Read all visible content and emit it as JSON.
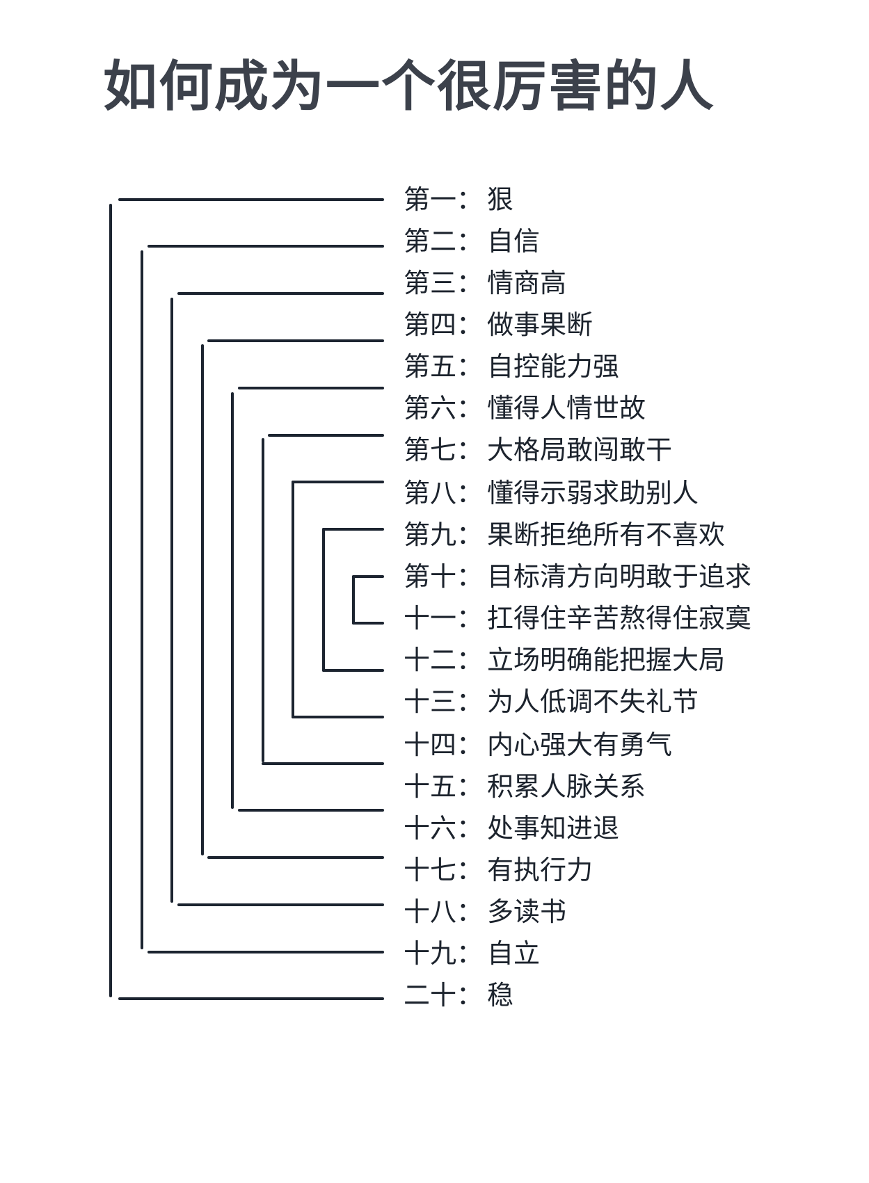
{
  "title": "如何成为一个很厉害的人",
  "items": [
    {
      "num": "第一：",
      "text": "狠"
    },
    {
      "num": "第二：",
      "text": "自信"
    },
    {
      "num": "第三：",
      "text": "情商高"
    },
    {
      "num": "第四：",
      "text": "做事果断"
    },
    {
      "num": "第五：",
      "text": "自控能力强"
    },
    {
      "num": "第六：",
      "text": "懂得人情世故"
    },
    {
      "num": "第七：",
      "text": "大格局敢闯敢干"
    },
    {
      "num": "第八：",
      "text": "懂得示弱求助别人"
    },
    {
      "num": "第九：",
      "text": "果断拒绝所有不喜欢"
    },
    {
      "num": "第十：",
      "text": "目标清方向明敢于追求"
    },
    {
      "num": "十一：",
      "text": "扛得住辛苦熬得住寂寞"
    },
    {
      "num": "十二：",
      "text": "立场明确能把握大局"
    },
    {
      "num": "十三：",
      "text": "为人低调不失礼节"
    },
    {
      "num": "十四：",
      "text": "内心强大有勇气"
    },
    {
      "num": "十五：",
      "text": "积累人脉关系"
    },
    {
      "num": "十六：",
      "text": "处事知进退"
    },
    {
      "num": "十七：",
      "text": "有执行力"
    },
    {
      "num": "十八：",
      "text": "多读书"
    },
    {
      "num": "十九：",
      "text": "自立"
    },
    {
      "num": "二十：",
      "text": "稳"
    }
  ],
  "colors": {
    "line": "#1c2430",
    "text": "#1c232d",
    "title": "#3c414b",
    "background": "#ffffff"
  }
}
